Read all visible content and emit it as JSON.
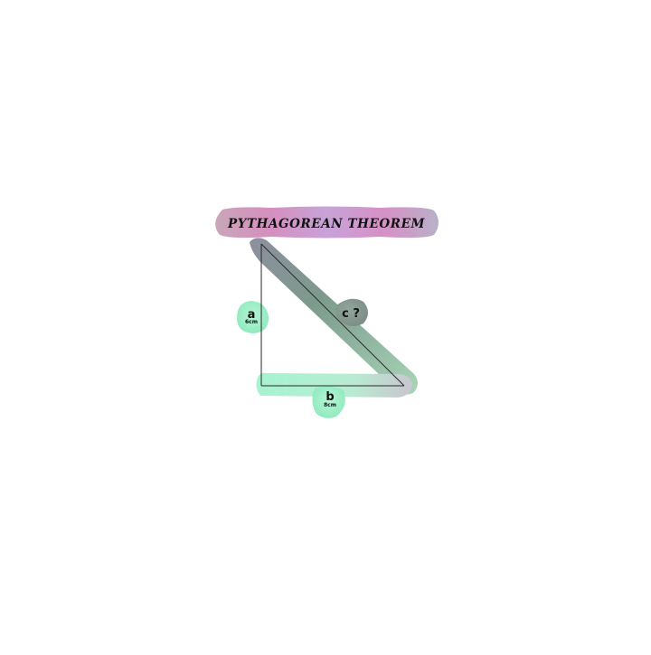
{
  "sticker": {
    "title": "PYTHAGOREAN THEOREM",
    "side_a": {
      "letter": "a",
      "unit": "6cm"
    },
    "side_b": {
      "letter": "b",
      "unit": "8cm"
    },
    "side_c": {
      "letter": "c ?"
    },
    "colors": {
      "background": "#ffffff",
      "holo_mint": "#9ff2c8",
      "holo_pink": "#d58fbf",
      "holo_lilac": "#c7a3d8",
      "holo_sage": "#8fa59a",
      "outline": "#2a2a2a"
    }
  }
}
